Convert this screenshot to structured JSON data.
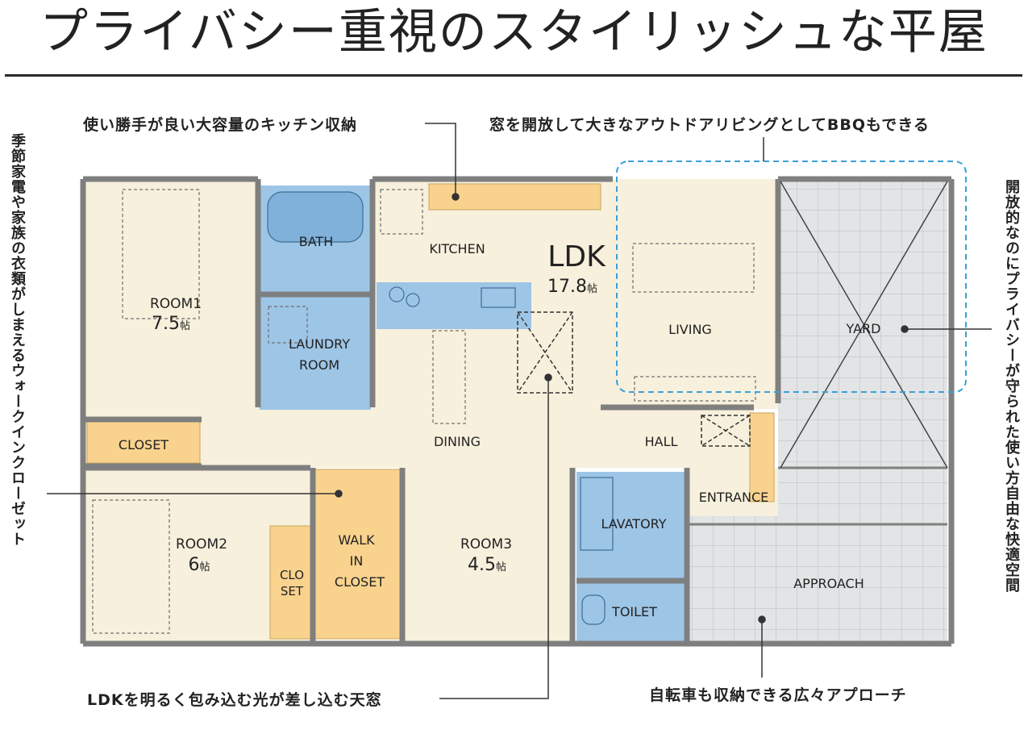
{
  "title": "プライバシー重視のスタイリッシュな平屋",
  "callouts": {
    "kitchen_storage": "使い勝手が良い大容量のキッチン収納",
    "open_window": "窓を開放して大きなアウトドアリビングとしてBBQもできる",
    "walk_in_closet": "季節家電や家族の衣類がしまえるウォークインクローゼット",
    "privacy_yard": "開放的なのにプライバシーが守られた使い方自由な快適空間",
    "skylight": "LDKを明るく包み込む光が差し込む天窓",
    "approach_storage": "自転車も収納できる広々アプローチ"
  },
  "rooms": {
    "room1_name": "ROOM1",
    "room1_size": "7.5",
    "room2_name": "ROOM2",
    "room2_size": "6",
    "room3_name": "ROOM3",
    "room3_size": "4.5",
    "size_unit": "帖",
    "bath": "BATH",
    "laundry_1": "LAUNDRY",
    "laundry_2": "ROOM",
    "kitchen": "KITCHEN",
    "ldk_name": "LDK",
    "ldk_size": "17.8",
    "living": "LIVING",
    "yard": "YARD",
    "dining": "DINING",
    "hall": "HALL",
    "closet": "CLOSET",
    "closet_small_1": "CLO",
    "closet_small_2": "SET",
    "walk_in_1": "WALK",
    "walk_in_2": "IN",
    "walk_in_3": "CLOSET",
    "entrance": "ENTRANCE",
    "lavatory": "LAVATORY",
    "toilet": "TOILET",
    "approach": "APPROACH"
  },
  "colors": {
    "floor": "#f7f0dc",
    "wet_area": "#9dc5e6",
    "storage": "#f9d38e",
    "paved": "#e2e4e6",
    "wall": "#7f7f7f",
    "leader": "#333333",
    "open_area_outline": "#3aa0d8"
  }
}
